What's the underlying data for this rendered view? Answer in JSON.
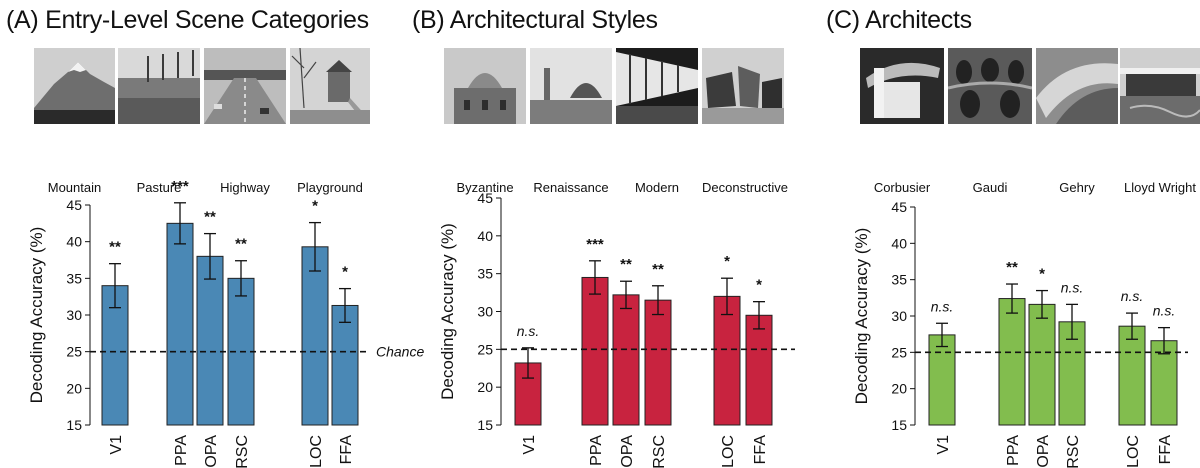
{
  "colors": {
    "panelA": "#4a88b5",
    "panelB": "#c8233f",
    "panelC": "#82bd4e"
  },
  "panels": [
    {
      "title": "(A) Entry-Level Scene Categories",
      "images": [
        {
          "label": "Mountain",
          "icon": "mountain-photo"
        },
        {
          "label": "Pasture",
          "icon": "pasture-photo"
        },
        {
          "label": "Highway",
          "icon": "highway-photo"
        },
        {
          "label": "Playground",
          "icon": "playground-photo"
        }
      ]
    },
    {
      "title": "(B) Architectural Styles",
      "images": [
        {
          "label": "Byzantine",
          "icon": "byzantine-photo"
        },
        {
          "label": "Renaissance",
          "icon": "renaissance-photo"
        },
        {
          "label": "Modern",
          "icon": "modern-photo"
        },
        {
          "label": "Deconstructive",
          "icon": "deconstructive-photo"
        }
      ]
    },
    {
      "title": "(C) Architects",
      "images": [
        {
          "label": "Corbusier",
          "icon": "corbusier-photo"
        },
        {
          "label": "Gaudi",
          "icon": "gaudi-photo"
        },
        {
          "label": "Gehry",
          "icon": "gehry-photo"
        },
        {
          "label": "Lloyd Wright",
          "icon": "lloyd-wright-photo"
        }
      ]
    }
  ],
  "chart_data": [
    {
      "type": "bar",
      "ylabel": "Decoding Accuracy (%)",
      "ylim": [
        15,
        45
      ],
      "yticks": [
        15,
        20,
        25,
        30,
        35,
        40,
        45
      ],
      "categories": [
        "V1",
        "PPA",
        "OPA",
        "RSC",
        "LOC",
        "FFA"
      ],
      "values": [
        34.0,
        42.5,
        38.0,
        35.0,
        39.3,
        31.3
      ],
      "errors": [
        3.0,
        2.8,
        3.1,
        2.4,
        3.3,
        2.3
      ],
      "annotations": [
        "**",
        "***",
        "**",
        "**",
        "*",
        "*"
      ],
      "chance_line": 25,
      "chance_label": "Chance",
      "color": "#4a88b5"
    },
    {
      "type": "bar",
      "ylabel": "Decoding Accuracy (%)",
      "ylim": [
        15,
        45
      ],
      "yticks": [
        15,
        20,
        25,
        30,
        35,
        40,
        45
      ],
      "categories": [
        "V1",
        "PPA",
        "OPA",
        "RSC",
        "LOC",
        "FFA"
      ],
      "values": [
        23.2,
        34.5,
        32.2,
        31.5,
        32.0,
        29.5
      ],
      "errors": [
        2.0,
        2.2,
        1.8,
        1.9,
        2.4,
        1.8
      ],
      "annotations": [
        "n.s.",
        "***",
        "**",
        "**",
        "*",
        "*"
      ],
      "chance_line": 25,
      "color": "#c8233f"
    },
    {
      "type": "bar",
      "ylabel": "Decoding Accuracy (%)",
      "ylim": [
        15,
        45
      ],
      "yticks": [
        15,
        20,
        25,
        30,
        35,
        40,
        45
      ],
      "categories": [
        "V1",
        "PPA",
        "OPA",
        "RSC",
        "LOC",
        "FFA"
      ],
      "values": [
        27.4,
        32.4,
        31.6,
        29.2,
        28.6,
        26.6
      ],
      "errors": [
        1.6,
        2.0,
        1.9,
        2.4,
        1.8,
        1.8
      ],
      "annotations": [
        "n.s.",
        "**",
        "*",
        "n.s.",
        "n.s.",
        "n.s."
      ],
      "chance_line": 25,
      "color": "#82bd4e"
    }
  ]
}
